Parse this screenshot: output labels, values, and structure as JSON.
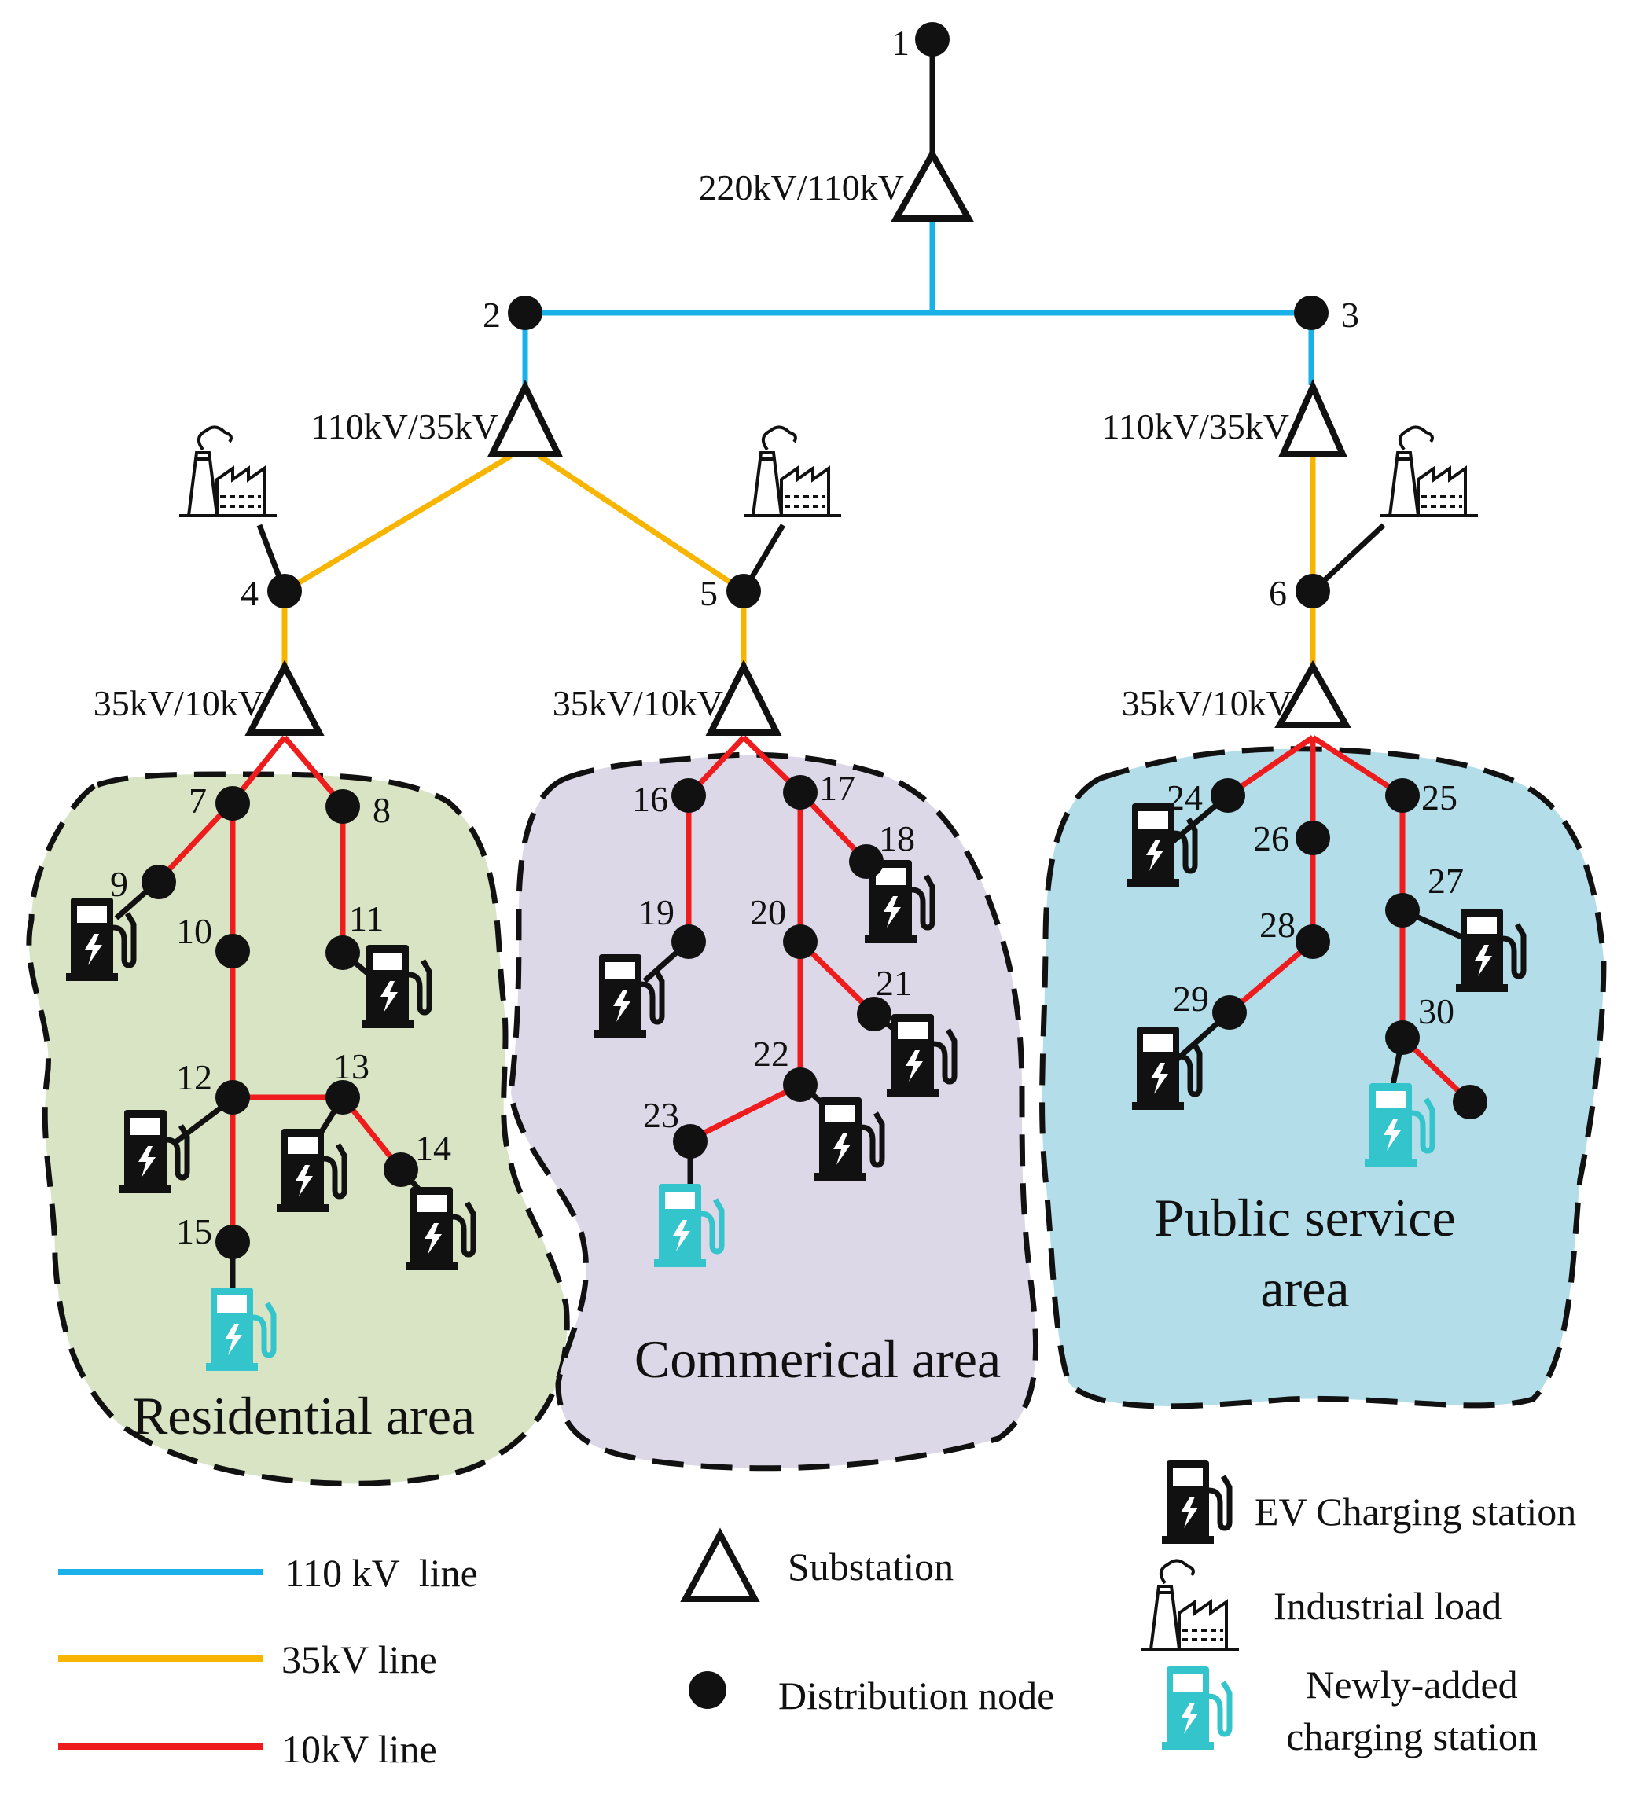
{
  "colors": {
    "line_110kv": "#1ab0e8",
    "line_35kv": "#f7b500",
    "line_10kv": "#ee1c1c",
    "residential_fill": "#d8e4c4",
    "commercial_fill": "#dcd8e8",
    "public_fill": "#b3dde8",
    "ev_station": "#111111",
    "new_station": "#33c4cc",
    "node": "#111111"
  },
  "substations": {
    "s1": "220kV/110kV",
    "s2": "110kV/35kV",
    "s3": "110kV/35kV",
    "s4": "35kV/10kV",
    "s5": "35kV/10kV",
    "s6": "35kV/10kV"
  },
  "nodes": {
    "n1": "1",
    "n2": "2",
    "n3": "3",
    "n4": "4",
    "n5": "5",
    "n6": "6",
    "n7": "7",
    "n8": "8",
    "n9": "9",
    "n10": "10",
    "n11": "11",
    "n12": "12",
    "n13": "13",
    "n14": "14",
    "n15": "15",
    "n16": "16",
    "n17": "17",
    "n18": "18",
    "n19": "19",
    "n20": "20",
    "n21": "21",
    "n22": "22",
    "n23": "23",
    "n24": "24",
    "n25": "25",
    "n26": "26",
    "n27": "27",
    "n28": "28",
    "n29": "29",
    "n30": "30"
  },
  "areas": {
    "residential": "Residential area",
    "commercial": "Commerical area",
    "public_line1": "Public service",
    "public_line2": "area"
  },
  "icons": {
    "ev": "ev-charging-station-icon",
    "new_ev": "new-charging-station-icon",
    "factory": "industrial-load-icon",
    "substation": "substation-triangle-icon",
    "node": "distribution-node-dot"
  },
  "legend": {
    "line_110": "110 kV  line",
    "line_35": "35kV line",
    "line_10": "10kV line",
    "substation": "Substation",
    "node": "Distribution node",
    "ev": "EV Charging station",
    "industrial": "Industrial load",
    "new_line1": "Newly-added",
    "new_line2": "charging station"
  }
}
